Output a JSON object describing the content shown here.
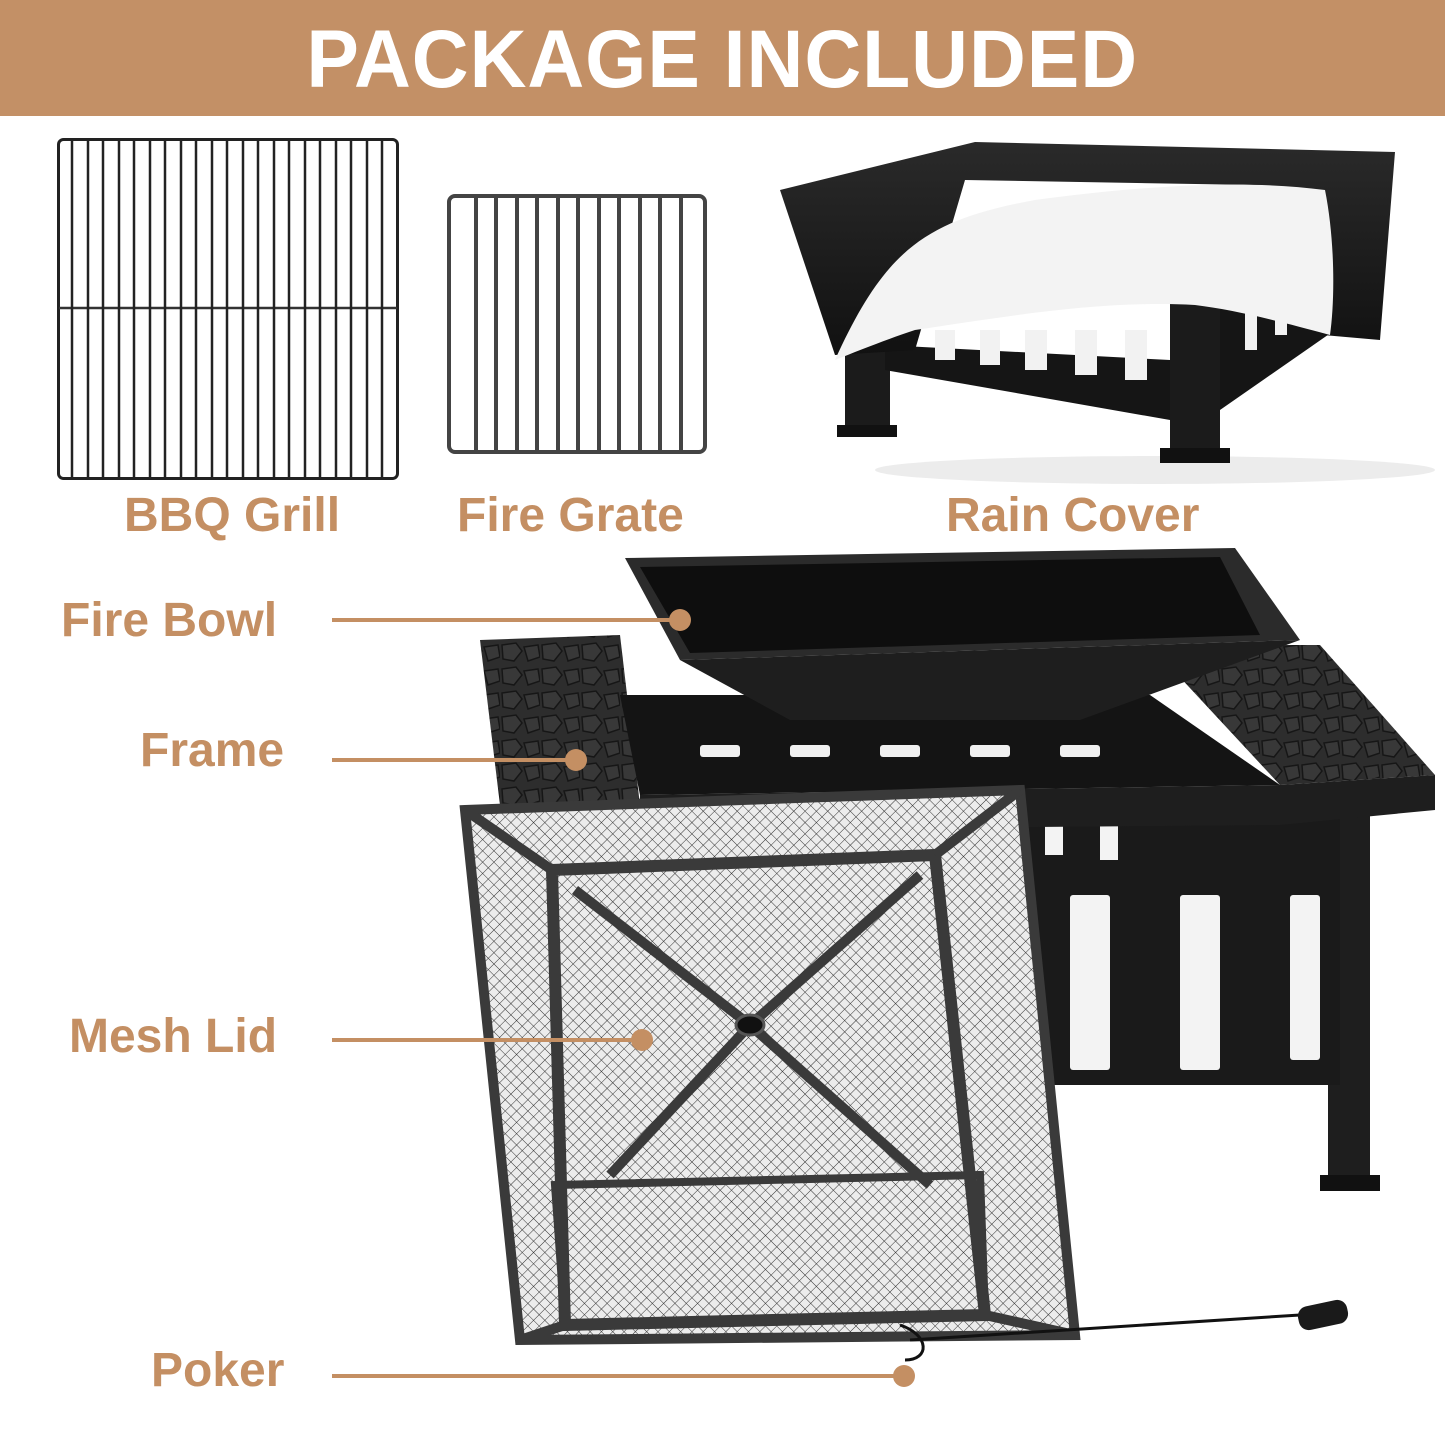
{
  "header": {
    "title": "PACKAGE INCLUDED"
  },
  "colors": {
    "accent": "#C39066",
    "label": "#C48F63",
    "product": "#1c1c1c"
  },
  "accessories": [
    {
      "label": "BBQ Grill",
      "icon": "bbq-grill-icon"
    },
    {
      "label": "Fire Grate",
      "icon": "fire-grate-icon"
    },
    {
      "label": "Rain Cover",
      "icon": "rain-cover-icon"
    }
  ],
  "callouts": [
    {
      "label": "Fire Bowl"
    },
    {
      "label": "Frame"
    },
    {
      "label": "Mesh Lid"
    },
    {
      "label": "Poker"
    }
  ]
}
